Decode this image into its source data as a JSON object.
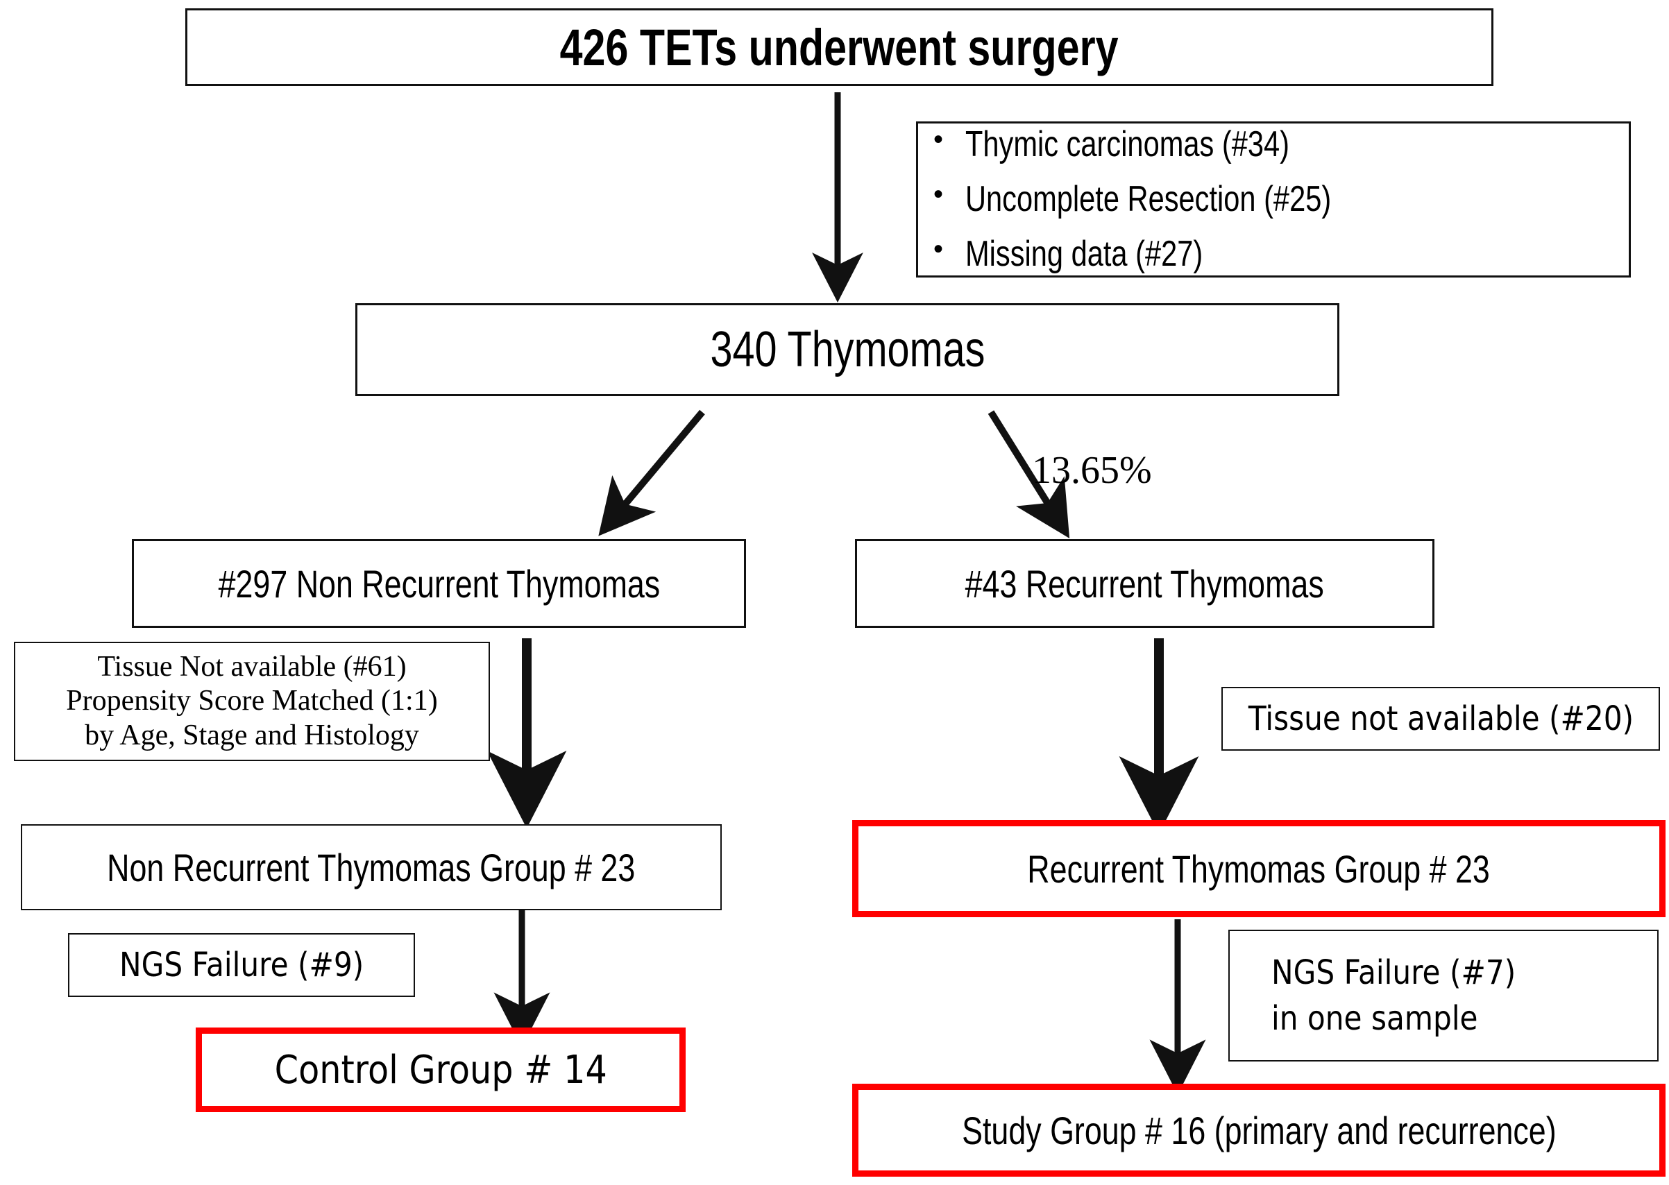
{
  "figure": {
    "type": "flowchart",
    "title": "Patient selection flow diagram for thymoma study"
  },
  "nodes": {
    "total_cohort": {
      "label": "426 TETs underwent surgery"
    },
    "exclusions": {
      "items": [
        "Thymic carcinomas (#34)",
        "Uncomplete  Resection (#25)",
        "Missing data (#27)"
      ],
      "bullet_glyph": "•"
    },
    "thymomas": {
      "label": "340 Thymomas"
    },
    "non_recurrent": {
      "label": "#297 Non Recurrent Thymomas"
    },
    "recurrent": {
      "label": "#43 Recurrent Thymomas"
    },
    "recurrence_rate": {
      "label": "13.65%"
    },
    "matching_note": {
      "line1": "Tissue Not available  (#61)",
      "line2": "Propensity Score Matched (1:1)",
      "line3": "by Age, Stage and Histology"
    },
    "tissue_na_right": {
      "label": "Tissue not available (#20)"
    },
    "non_recurrent_group": {
      "label": "Non Recurrent Thymomas Group # 23"
    },
    "recurrent_group": {
      "label": "Recurrent Thymomas Group # 23"
    },
    "ngs_failure_left": {
      "label": "NGS Failure (#9)"
    },
    "ngs_failure_right": {
      "line1": "NGS Failure (#7)",
      "line2": "in one sample"
    },
    "control_group": {
      "label": "Control Group # 14"
    },
    "study_group": {
      "label": "Study Group # 16 (primary and recurrence)"
    }
  },
  "colors": {
    "highlight_border": "#FF0000",
    "default_border": "#111111",
    "background": "#FFFFFF",
    "text": "#000000"
  }
}
